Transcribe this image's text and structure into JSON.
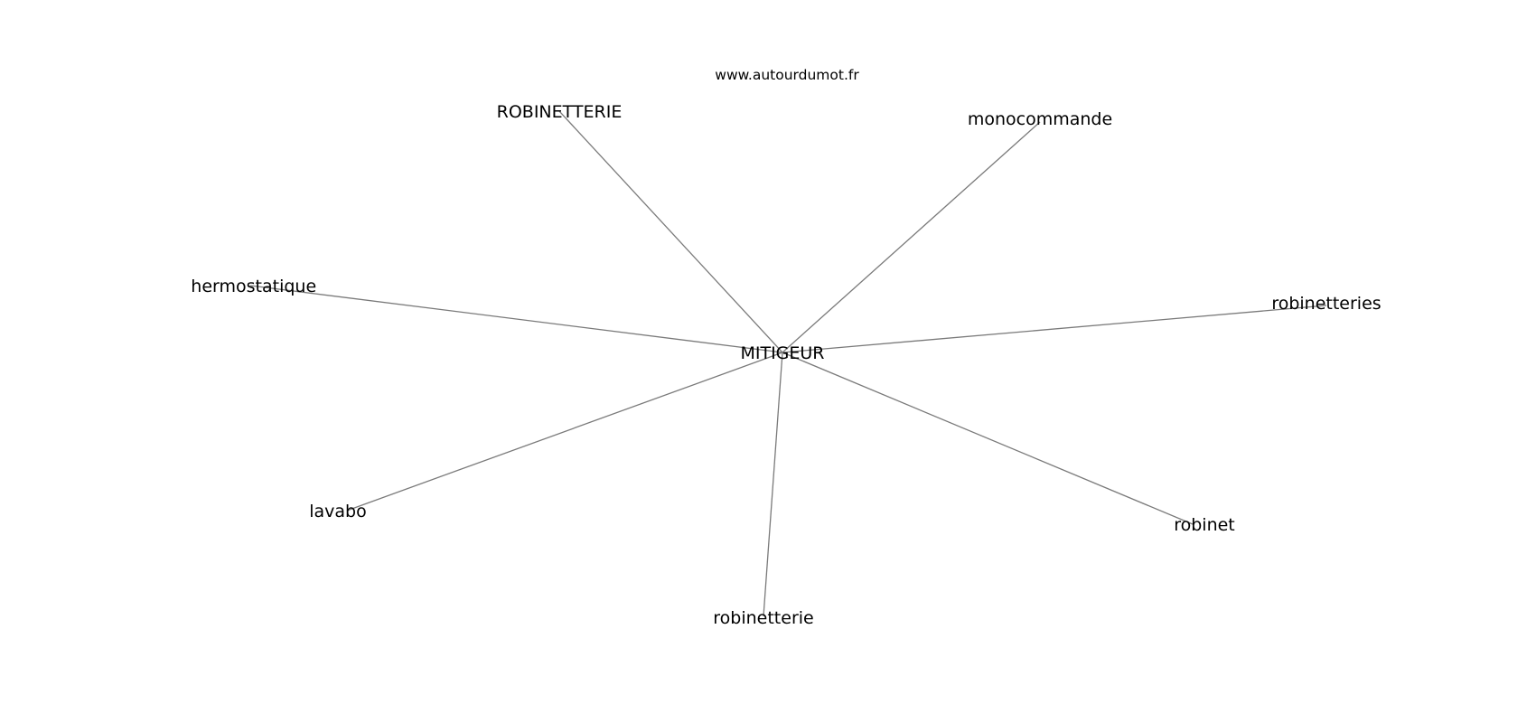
{
  "source": "www.autourdumot.fr",
  "center": {
    "id": "mitigeur",
    "label": "MITIGEUR"
  },
  "nodes": [
    {
      "id": "robinetterie-caps",
      "label": "ROBINETTERIE"
    },
    {
      "id": "monocommande",
      "label": "monocommande"
    },
    {
      "id": "thermostatique",
      "label": "thermostatique"
    },
    {
      "id": "robinetteries",
      "label": "robinetteries"
    },
    {
      "id": "lavabo",
      "label": "lavabo"
    },
    {
      "id": "robinet",
      "label": "robinet"
    },
    {
      "id": "robinetterie",
      "label": "robinetterie"
    }
  ],
  "colors": {
    "edge": "#7a7a7a",
    "text": "#000000",
    "background": "#ffffff"
  }
}
